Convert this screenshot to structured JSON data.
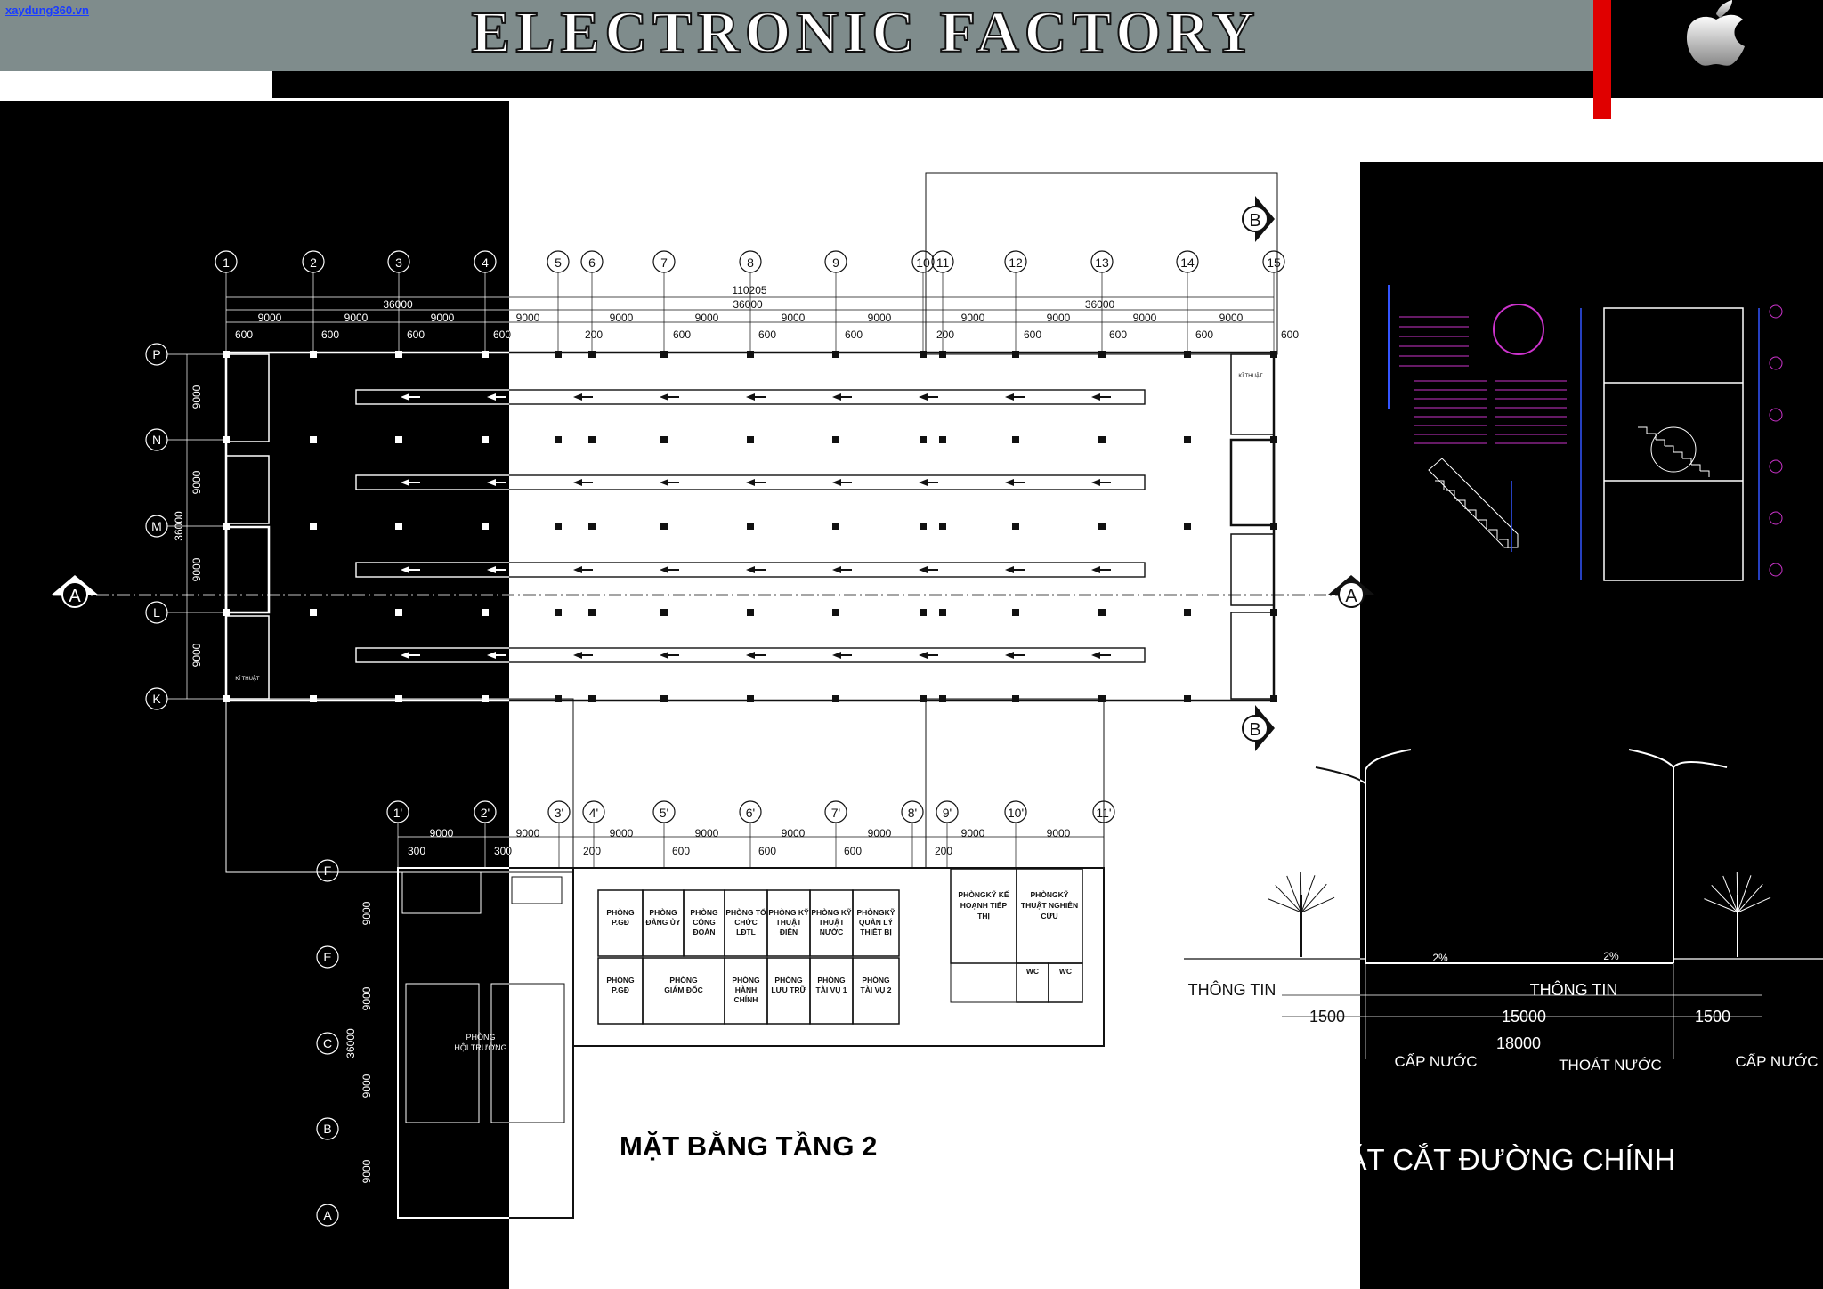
{
  "header": {
    "title": "ELECTRONIC FACTORY",
    "site_tag": "xaydung360.vn",
    "logo_icon": "apple-logo-icon"
  },
  "colors": {
    "header_band": "#7f8c8c",
    "accent_red": "#e00000",
    "plan_line_light": "#111111",
    "plan_line_dark": "#ffffff",
    "detail_magenta": "#cc33cc",
    "detail_blue": "#3355ff"
  },
  "plan_floor2": {
    "title": "MẶT BẰNG TẦNG 2",
    "grid_columns": [
      "1",
      "2",
      "3",
      "4",
      "5",
      "6",
      "7",
      "8",
      "9",
      "10",
      "11",
      "12",
      "13",
      "14",
      "15"
    ],
    "grid_rows": [
      "P",
      "N",
      "M",
      "L",
      "K"
    ],
    "total_length": "110205",
    "segment_lengths": [
      "36000",
      "36000",
      "36000"
    ],
    "bay_widths": [
      "9000",
      "9000",
      "9000",
      "9000",
      "9000",
      "9000",
      "9000",
      "9000",
      "9000",
      "9000",
      "9000",
      "9000",
      "9000"
    ],
    "wall_offsets": [
      "600",
      "600",
      "600",
      "600",
      "200",
      "600",
      "600",
      "600",
      "200",
      "600",
      "600",
      "600",
      "600"
    ],
    "row_spans": [
      "9000",
      "9000",
      "9000",
      "9000"
    ],
    "row_total": "36000",
    "section_marks": [
      "A",
      "A",
      "B",
      "B"
    ],
    "rooms": [
      "KĨ THUẬT",
      "KĨ THUẬT"
    ]
  },
  "office_wing": {
    "grid_columns": [
      "1'",
      "2'",
      "3'",
      "4'",
      "5'",
      "6'",
      "7'",
      "8'",
      "9'",
      "10'",
      "11'"
    ],
    "grid_rows": [
      "F",
      "E",
      "C",
      "B",
      "A"
    ],
    "bay_widths": [
      "9000",
      "9000",
      "9000",
      "9000",
      "9000",
      "9000",
      "9000",
      "9000"
    ],
    "wall_offsets": [
      "300",
      "300",
      "200",
      "600",
      "600",
      "600",
      "200"
    ],
    "row_spans": [
      "9000",
      "9000",
      "9000",
      "9000"
    ],
    "row_total": "36000",
    "rooms": [
      "PHÒNG P.GĐ",
      "PHÒNG ĐẢNG ỦY",
      "PHÒNG CÔNG ĐOÀN",
      "PHÒNG TỔ CHỨC LĐTL",
      "PHÒNG KỸ THUẬT ĐIỆN",
      "PHÒNG KỸ THUẬT NƯỚC",
      "PHÒNGKỸ QUẢN LÝ THIẾT BỊ",
      "PHÒNG P.GĐ",
      "PHÒNG GIÁM ĐỐC",
      "PHÒNG HÀNH CHÍNH",
      "PHÒNG LƯU TRỮ",
      "PHÒNG TÀI VỤ 1",
      "PHÒNG TÀI VỤ 2",
      "PHÒNGKỸ KẾ HOẠNH TIẾP THỊ",
      "PHÒNGKỸ THUẬT NGHIÊN CỨU",
      "WC",
      "WC",
      "PHÒNG HỘI TRƯỜNG"
    ]
  },
  "road_section": {
    "title": "MẶT CẮT ĐƯỜNG CHÍNH",
    "labels": [
      "THÔNG TIN",
      "THÔNG TIN",
      "CẤP NƯỚC",
      "THOÁT NƯỚC",
      "CẤP NƯỚC"
    ],
    "widths": [
      "1500",
      "15000",
      "1500"
    ],
    "total_width": "18000",
    "slopes": [
      "2%",
      "2%"
    ]
  }
}
